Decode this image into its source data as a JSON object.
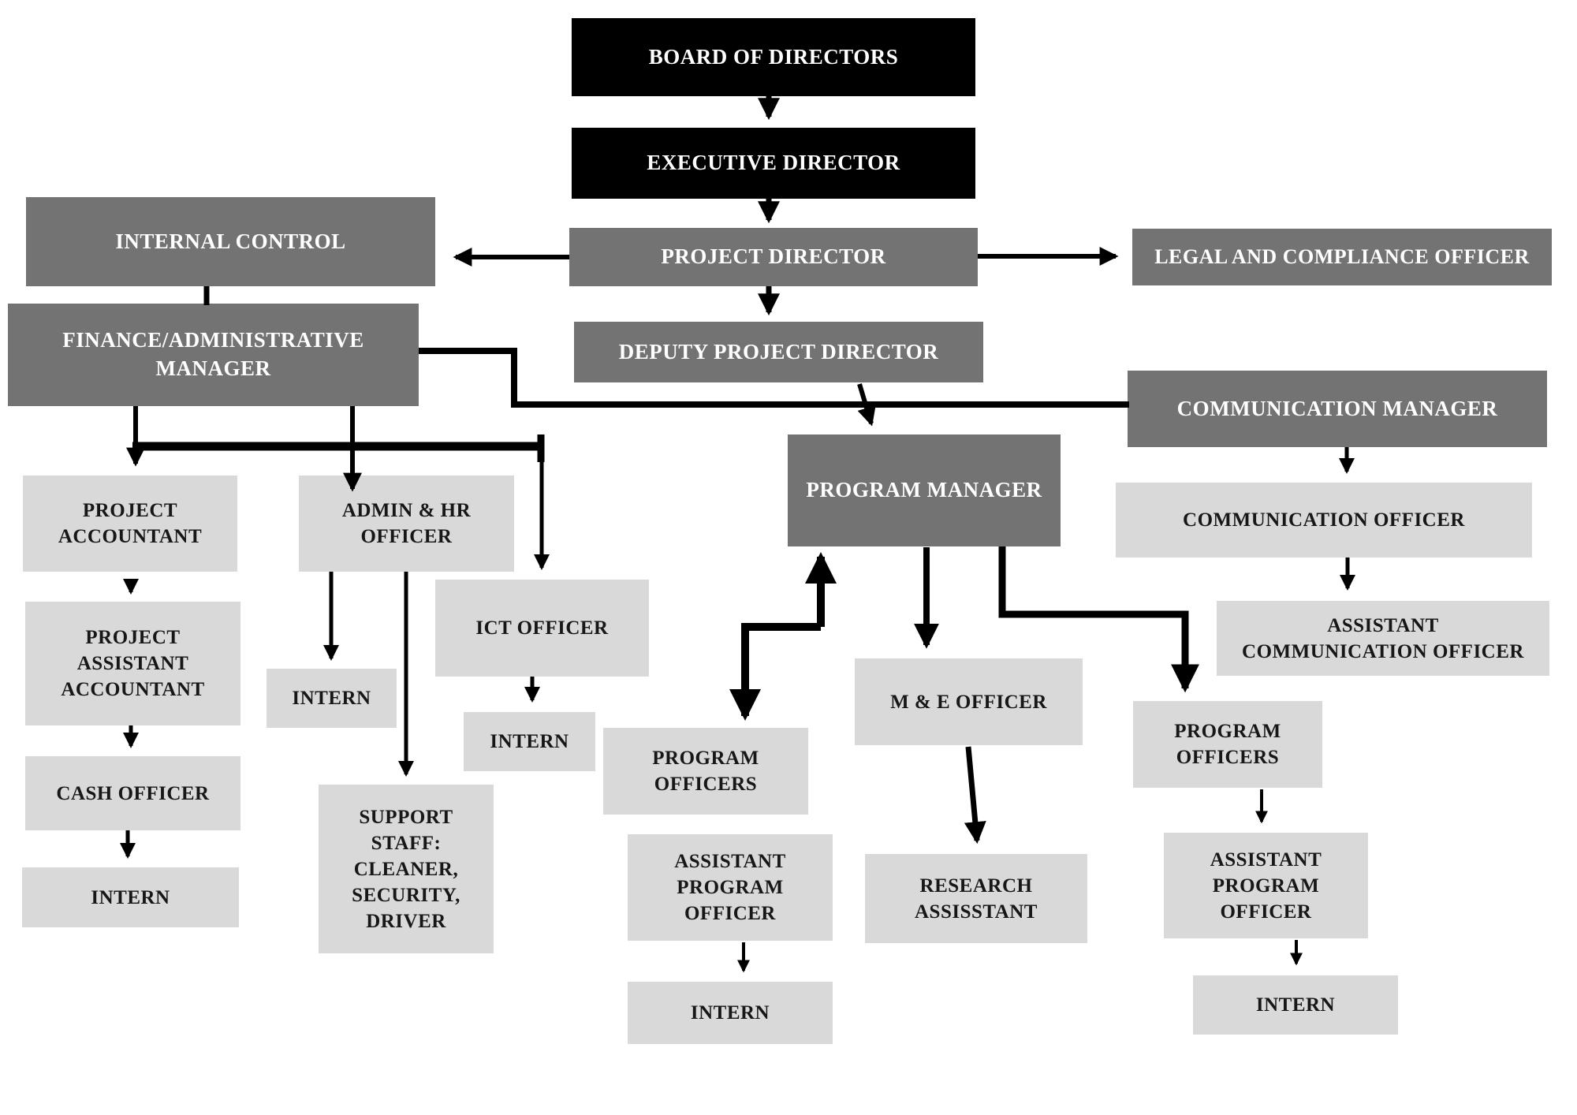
{
  "title": "Organizational Structure Chart",
  "palette": {
    "box_black": "#000000",
    "box_gray": "#737373",
    "box_light": "#d9d9d9",
    "text_light": "#ffffff",
    "text_dark": "#171717",
    "connector": "#000000"
  },
  "nodes": {
    "board": {
      "label": "BOARD OF DIRECTORS"
    },
    "executive_director": {
      "label": "EXECUTIVE DIRECTOR"
    },
    "project_director": {
      "label": "PROJECT DIRECTOR"
    },
    "internal_control": {
      "label": "INTERNAL CONTROL"
    },
    "legal_compliance": {
      "label": "LEGAL AND COMPLIANCE OFFICER"
    },
    "finance_admin_manager": {
      "label": "FINANCE/ADMINISTRATIVE\nMANAGER"
    },
    "deputy_project_director": {
      "label": "DEPUTY PROJECT DIRECTOR"
    },
    "communication_manager": {
      "label": "COMMUNICATION MANAGER"
    },
    "program_manager": {
      "label": "PROGRAM MANAGER"
    },
    "communication_officer": {
      "label": "COMMUNICATION OFFICER"
    },
    "assistant_communication_officer": {
      "label": "ASSISTANT\nCOMMUNICATION OFFICER"
    },
    "project_accountant": {
      "label": "PROJECT\nACCOUNTANT"
    },
    "admin_hr_officer": {
      "label": "ADMIN & HR\nOFFICER"
    },
    "ict_officer": {
      "label": "ICT OFFICER"
    },
    "intern_admin": {
      "label": "INTERN"
    },
    "intern_ict": {
      "label": "INTERN"
    },
    "support_staff": {
      "label": "SUPPORT\nSTAFF:\nCLEANER,\nSECURITY,\nDRIVER"
    },
    "project_assistant_accountant": {
      "label": "PROJECT\nASSISTANT\nACCOUNTANT"
    },
    "cash_officer": {
      "label": "CASH OFFICER"
    },
    "intern_cash": {
      "label": "INTERN"
    },
    "program_officers_left": {
      "label": "PROGRAM\nOFFICERS"
    },
    "me_officer": {
      "label": "M & E OFFICER"
    },
    "research_assistant": {
      "label": "RESEARCH\nASSISSTANT"
    },
    "assistant_program_officer_left": {
      "label": "ASSISTANT\nPROGRAM\nOFFICER"
    },
    "intern_apo_left": {
      "label": "INTERN"
    },
    "program_officers_right": {
      "label": "PROGRAM\nOFFICERS"
    },
    "assistant_program_officer_right": {
      "label": "ASSISTANT\nPROGRAM\nOFFICER"
    },
    "intern_apo_right": {
      "label": "INTERN"
    }
  }
}
